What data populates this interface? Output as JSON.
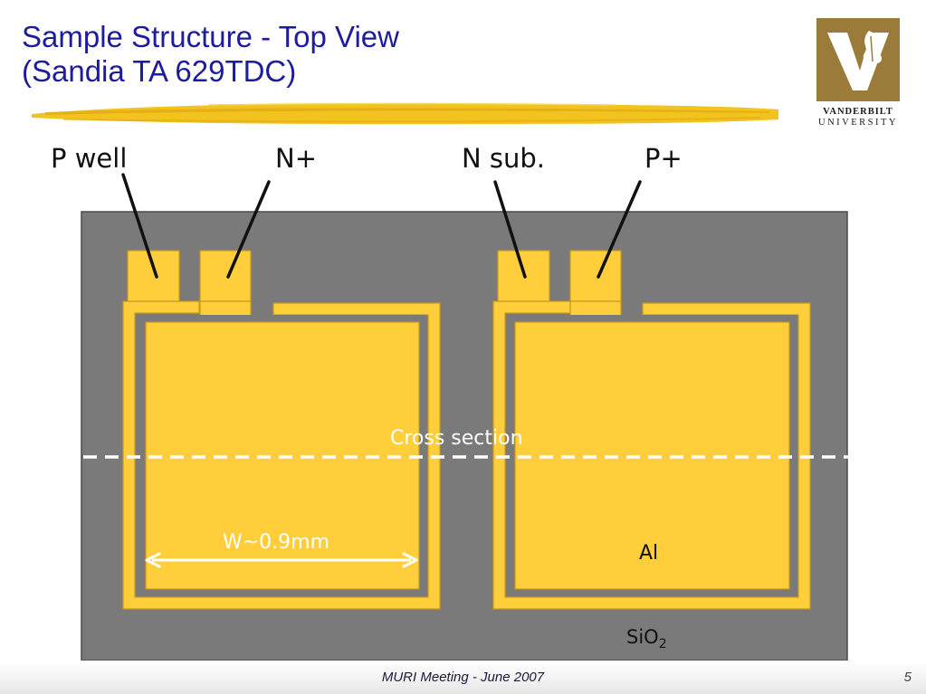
{
  "slide": {
    "title_line1": "Sample Structure - Top View",
    "title_line2": "(Sandia TA 629TDC)",
    "footer": "MURI Meeting - June 2007",
    "page_number": "5"
  },
  "logo": {
    "line1": "VANDERBILT",
    "line2": "UNIVERSITY",
    "color": "#9a7b3a"
  },
  "diagram": {
    "labels": {
      "p_well": "P well",
      "n_plus": "N+",
      "n_sub": "N sub.",
      "p_plus": "P+",
      "cross_section": "Cross section",
      "width": "W~0.9mm",
      "al": "Al",
      "sio2_base": "SiO",
      "sio2_sub": "2"
    },
    "colors": {
      "substrate": "#7a7a7a",
      "metal": "#ffce3a",
      "title": "#1c1c9c"
    }
  }
}
